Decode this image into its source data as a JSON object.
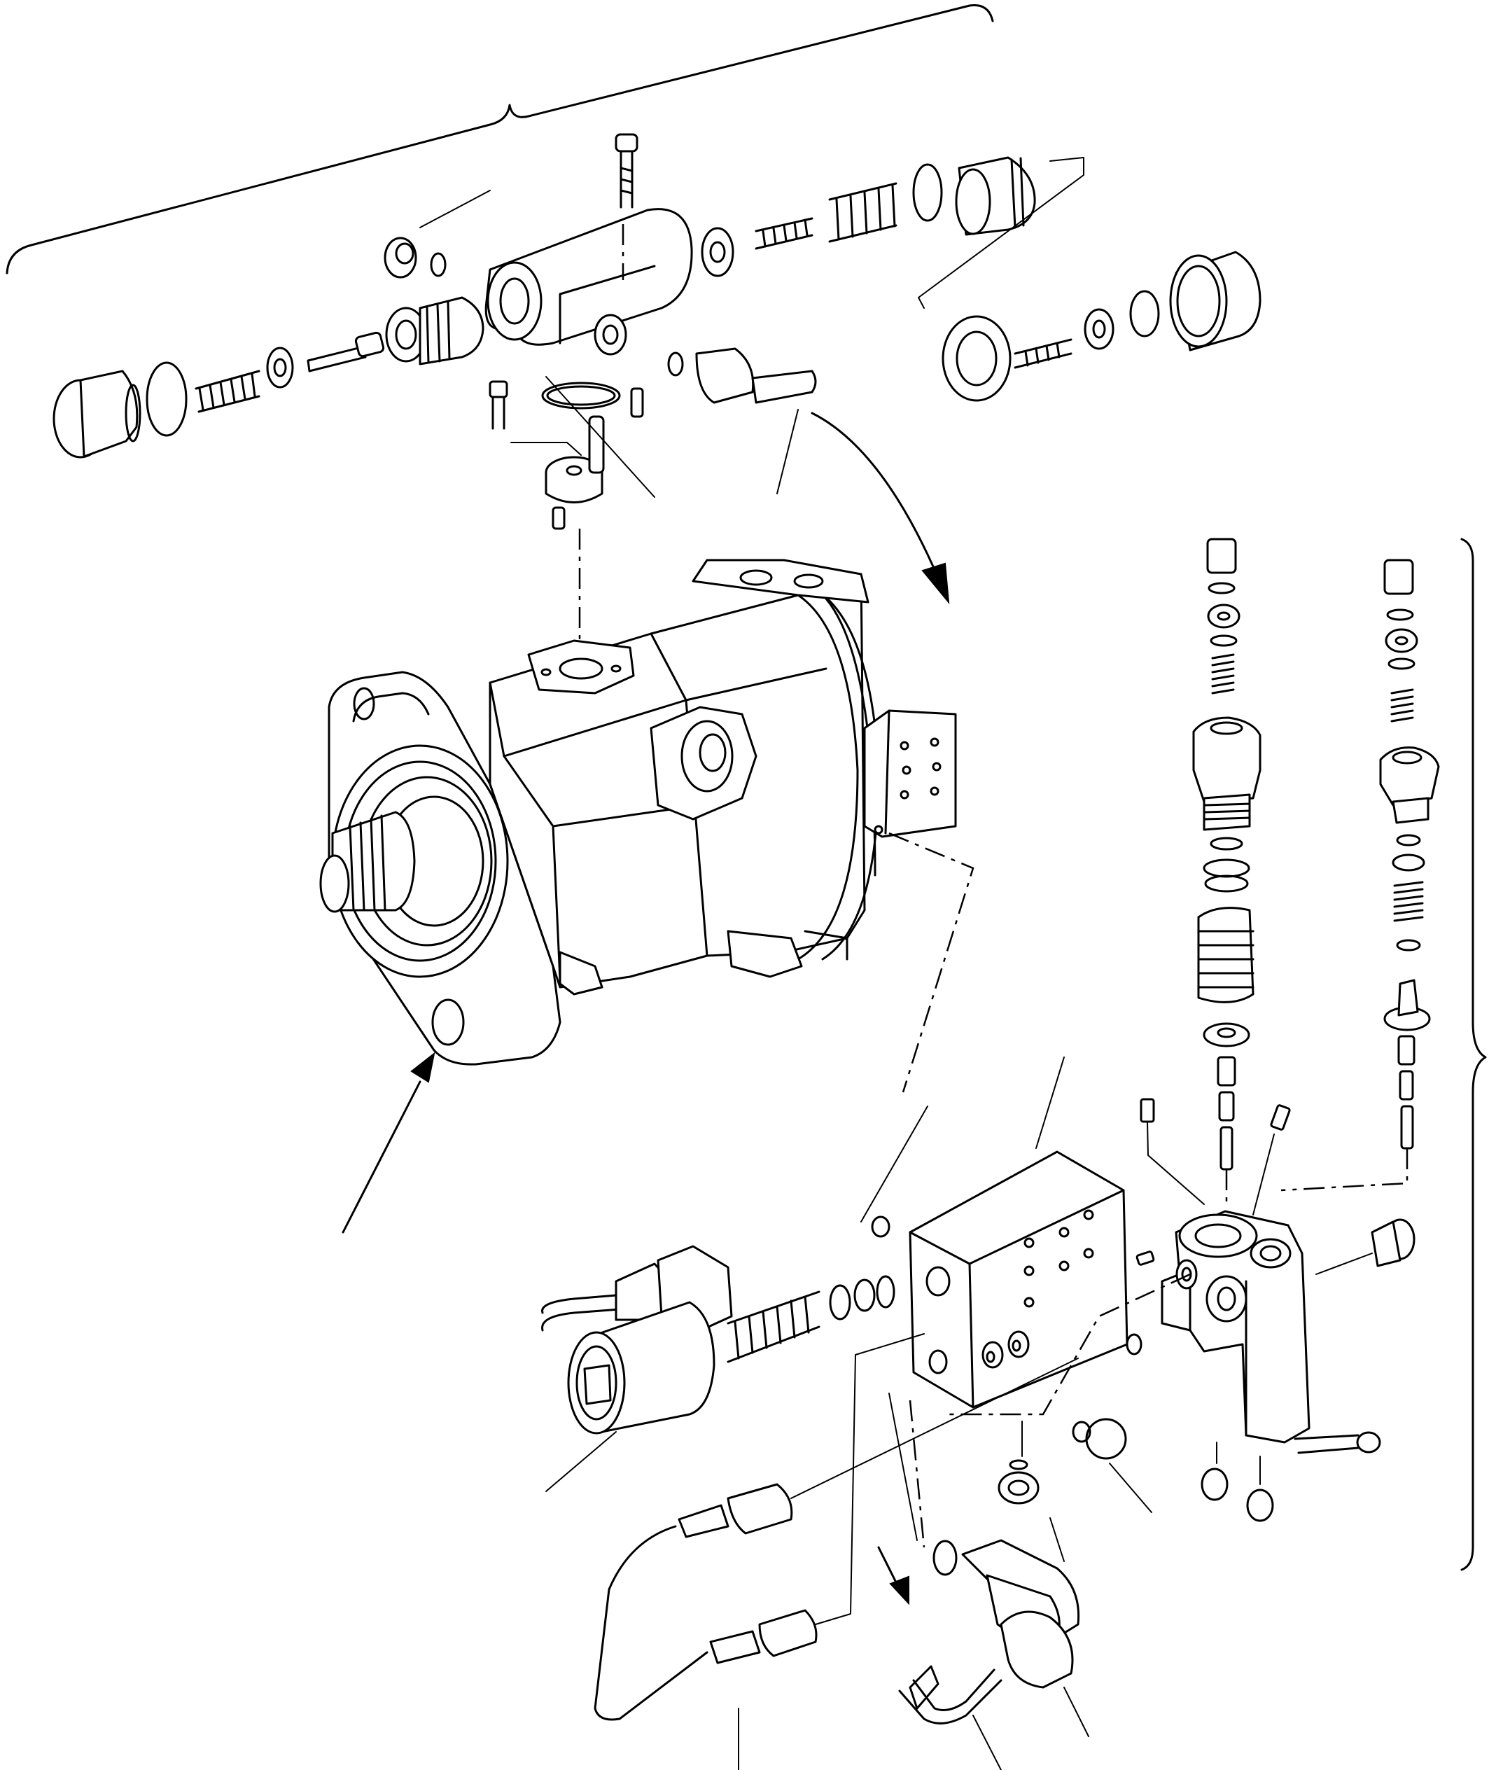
{
  "figure": {
    "subject": "hydraulic-motor-exploded-view",
    "palette": {
      "ink": "#000000",
      "paper": "#ffffff"
    },
    "groups": [
      {
        "name": "upper-valve-assembly",
        "bracket": "top"
      },
      {
        "name": "right-valve-assembly",
        "bracket": "right-upper"
      },
      {
        "name": "lower-valve-block-assembly",
        "bracket": "right-lower"
      }
    ],
    "callout_count": 16
  }
}
